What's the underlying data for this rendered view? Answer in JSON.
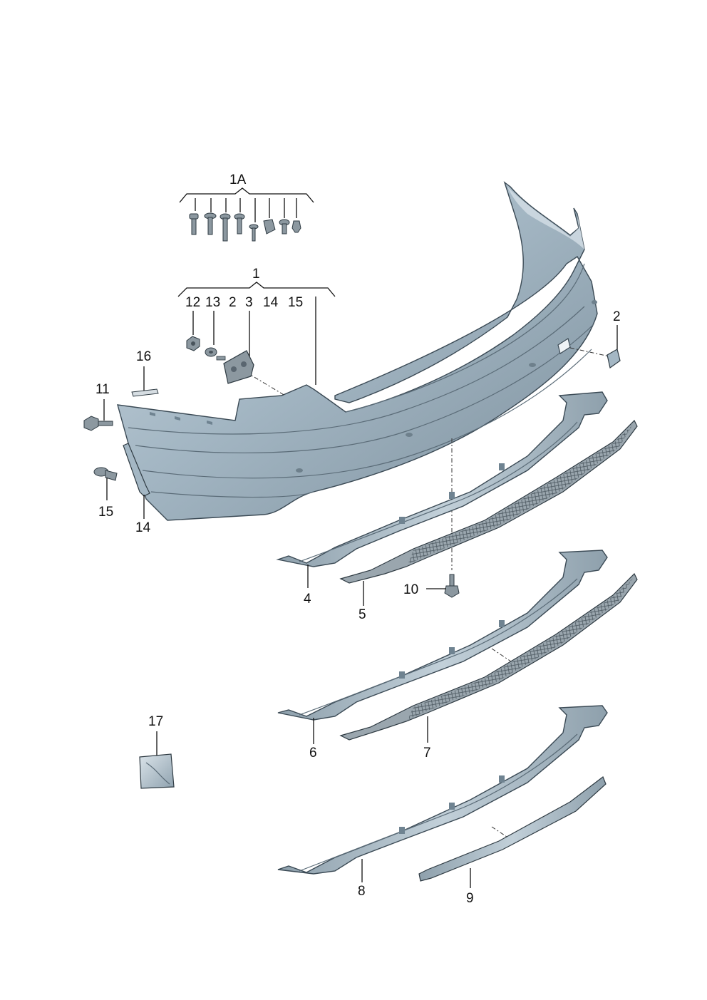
{
  "callouts": {
    "c_1A": "1A",
    "c_1": "1",
    "c_12": "12",
    "c_13": "13",
    "c_2_top": "2",
    "c_3": "3",
    "c_14_top": "14",
    "c_15_top": "15",
    "c_16": "16",
    "c_11": "11",
    "c_2_right": "2",
    "c_15": "15",
    "c_14": "14",
    "c_4": "4",
    "c_5": "5",
    "c_10": "10",
    "c_6": "6",
    "c_7": "7",
    "c_17": "17",
    "c_8": "8",
    "c_9": "9"
  },
  "colors": {
    "part_fill": "#a4b7c4",
    "part_light": "#d9e3ea",
    "part_dark": "#6f8391",
    "hardware": "#8c98a0",
    "grille": "#9aa6ae",
    "line": "#111111"
  }
}
